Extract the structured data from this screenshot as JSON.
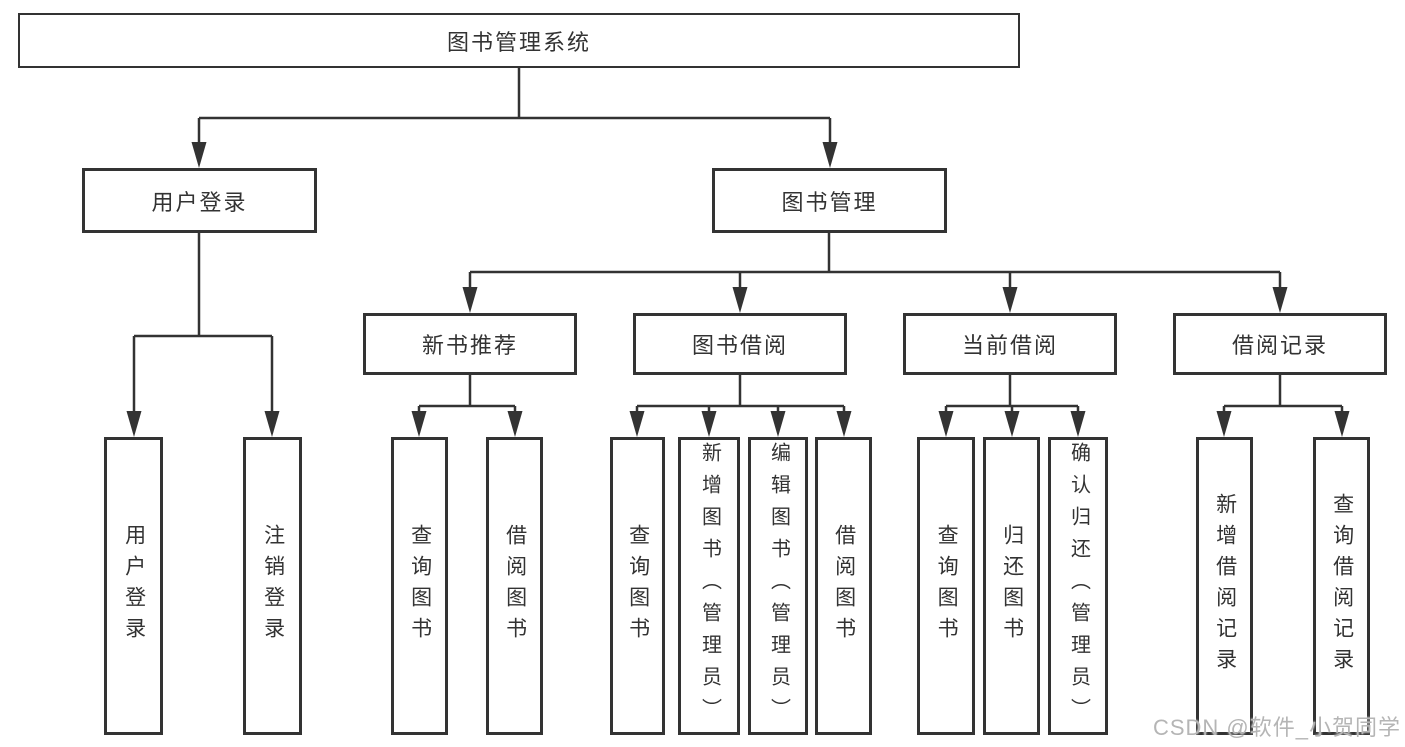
{
  "diagram": {
    "type": "tree",
    "root": {
      "label": "图书管理系统"
    },
    "children": [
      {
        "label": "用户登录",
        "children": [
          {
            "label": "用户登录"
          },
          {
            "label": "注销登录"
          }
        ]
      },
      {
        "label": "图书管理",
        "children": [
          {
            "label": "新书推荐",
            "children": [
              {
                "label": "查询图书"
              },
              {
                "label": "借阅图书"
              }
            ]
          },
          {
            "label": "图书借阅",
            "children": [
              {
                "label": "查询图书"
              },
              {
                "label": "新增图书（管理员）"
              },
              {
                "label": "编辑图书（管理员）"
              },
              {
                "label": "借阅图书"
              }
            ]
          },
          {
            "label": "当前借阅",
            "children": [
              {
                "label": "查询图书"
              },
              {
                "label": "归还图书"
              },
              {
                "label": "确认归还（管理员）"
              }
            ]
          },
          {
            "label": "借阅记录",
            "children": [
              {
                "label": "新增借阅记录"
              },
              {
                "label": "查询借阅记录"
              }
            ]
          }
        ]
      }
    ]
  },
  "watermark": {
    "text": "CSDN @软件_小贺同学"
  },
  "colors": {
    "line": "#333333",
    "text": "#333333",
    "background": "#ffffff",
    "watermark": "#b5b5b5"
  }
}
